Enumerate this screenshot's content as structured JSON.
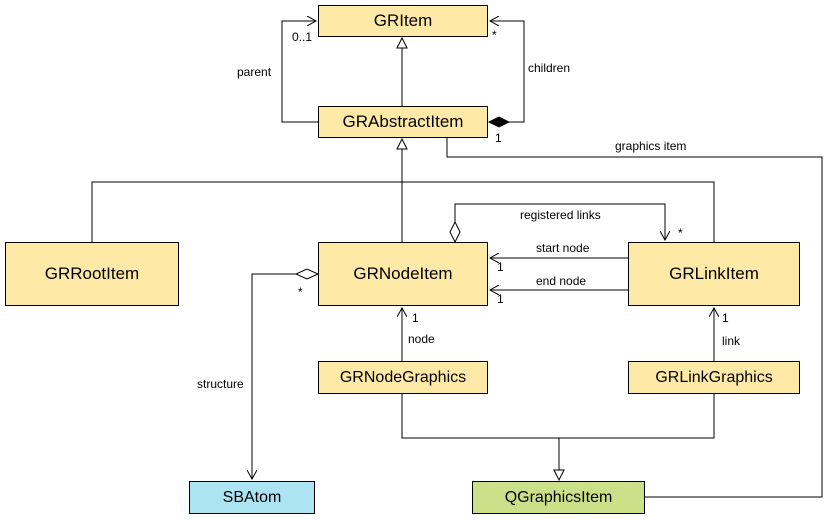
{
  "classes": {
    "gritem": "GRItem",
    "grabstractitem": "GRAbstractItem",
    "grrootitem": "GRRootItem",
    "grnodeitem": "GRNodeItem",
    "grlinkitem": "GRLinkItem",
    "grnodegraphics": "GRNodeGraphics",
    "grlinkgraphics": "GRLinkGraphics",
    "sbatom": "SBAtom",
    "qgraphicsitem": "QGraphicsItem"
  },
  "labels": {
    "parent": "parent",
    "children": "children",
    "graphics_item": "graphics item",
    "registered_links": "registered links",
    "start_node": "start node",
    "end_node": "end node",
    "node": "node",
    "link": "link",
    "structure": "structure"
  },
  "multiplicities": {
    "parent_end": "0..1",
    "children_end": "*",
    "children_whole": "1",
    "registered_links_end": "*",
    "start_node_end": "1",
    "end_node_end": "1",
    "node_end": "1",
    "link_end": "1",
    "structure_end": "*"
  },
  "colors": {
    "class_fill": "#ffe9a6",
    "sbatom_fill": "#ace4f4",
    "qgraphicsitem_fill": "#cce08a",
    "line": "#000000"
  }
}
